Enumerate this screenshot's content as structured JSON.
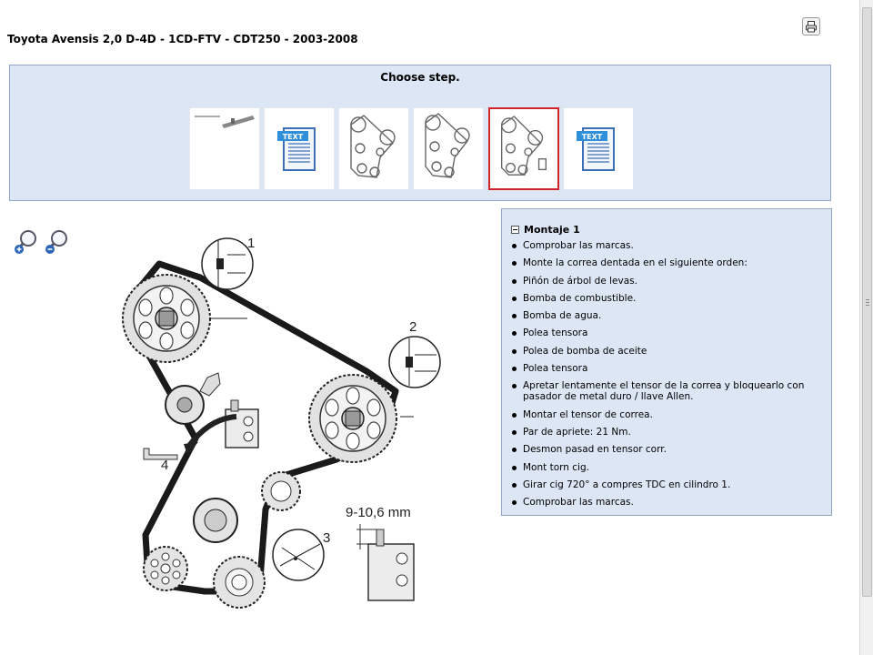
{
  "page": {
    "title": "Toyota Avensis 2,0 D-4D - 1CD-FTV - CDT250 - 2003-2008"
  },
  "toolbar": {
    "print_icon": "printer-icon"
  },
  "steps": {
    "title": "Choose step.",
    "items": [
      {
        "kind": "tool-photo",
        "selected": false
      },
      {
        "kind": "text-document",
        "label": "TEXT",
        "selected": false
      },
      {
        "kind": "belt-diagram",
        "selected": false
      },
      {
        "kind": "belt-diagram",
        "selected": false
      },
      {
        "kind": "belt-diagram",
        "selected": true
      },
      {
        "kind": "text-document",
        "label": "TEXT",
        "selected": false
      }
    ],
    "selected_color": "#d2232a"
  },
  "zoom": {
    "in_icon": "zoom-in-icon",
    "out_icon": "zoom-out-icon"
  },
  "diagram": {
    "callouts": [
      "1",
      "2",
      "3",
      "4"
    ],
    "gap_label": "9-10,6 mm"
  },
  "instructions": {
    "title": "Montaje 1",
    "items": [
      "Comprobar las marcas.",
      "Monte la correa dentada en el siguiente orden:",
      "Piñón de árbol de levas.",
      "Bomba de combustible.",
      "Bomba de agua.",
      "Polea tensora",
      "Polea de bomba de aceite",
      "Polea tensora",
      "Apretar lentamente el tensor de la correa y bloquearlo con pasador de metal duro / llave Allen.",
      "Montar el tensor de correa.",
      "Par de apriete: 21 Nm.",
      "Desmon pasad en tensor corr.",
      "Mont torn cig.",
      "Girar cig 720° a compres TDC en cilindro 1.",
      "Comprobar las marcas."
    ]
  },
  "colors": {
    "panel_bg": "#dce6f5",
    "panel_border": "#8fa6c8"
  }
}
